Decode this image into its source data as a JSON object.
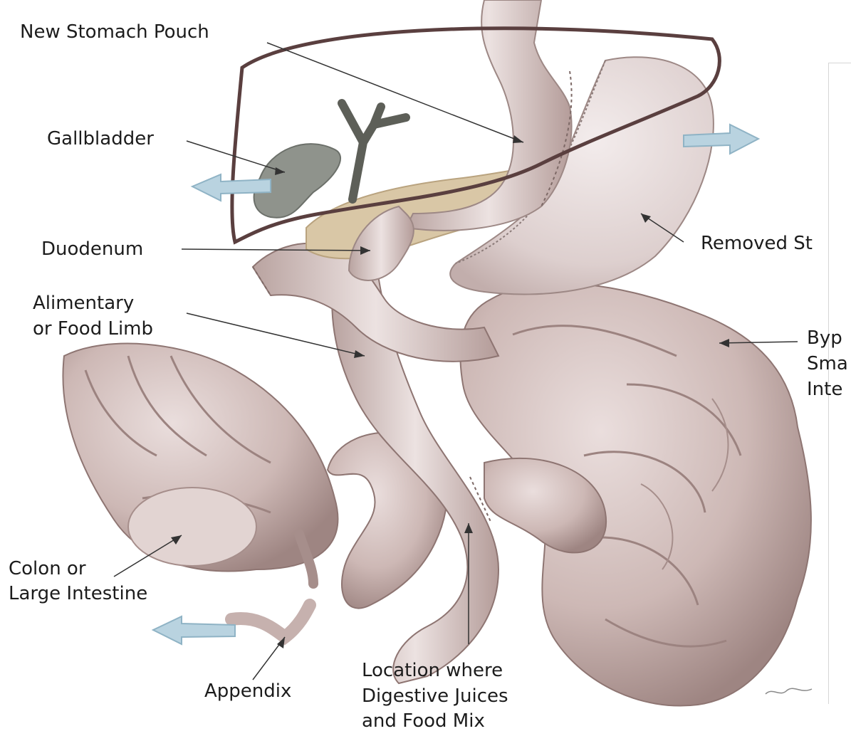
{
  "labels": {
    "new_stomach_pouch": "New Stomach Pouch",
    "gallbladder": "Gallbladder",
    "duodenum": "Duodenum",
    "alimentary_1": "Alimentary",
    "alimentary_2": "or Food Limb",
    "removed_stomach": "Removed St",
    "bypassed_1": "Byp",
    "bypassed_2": "Sma",
    "bypassed_3": "Inte",
    "colon_1": "Colon or",
    "colon_2": "Large Intestine",
    "appendix": "Appendix",
    "location_1": "Location where",
    "location_2": "Digestive Juices",
    "location_3": "and Food Mix"
  },
  "colors": {
    "tissue": "#cdb8b5",
    "tissue_dark": "#a98f8c",
    "liver_outline": "#5a3f3f",
    "arrow": "#b9d3e0",
    "gallbladder": "#8f938c",
    "pancreas": "#d9c7a6",
    "leader": "#333333"
  }
}
